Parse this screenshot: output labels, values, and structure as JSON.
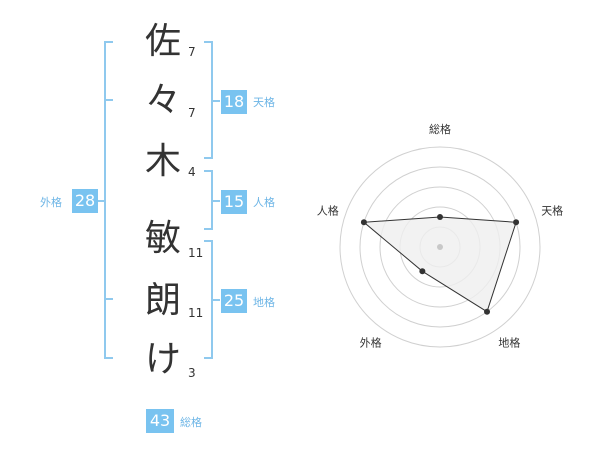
{
  "name": {
    "chars": [
      "佐",
      "々",
      "木",
      "敏",
      "朗",
      "け"
    ],
    "strokes": [
      "7",
      "7",
      "4",
      "11",
      "11",
      "3"
    ]
  },
  "kakusu": {
    "tenkaku": {
      "value": "18",
      "label": "天格"
    },
    "jinkaku": {
      "value": "15",
      "label": "人格"
    },
    "chikaku": {
      "value": "25",
      "label": "地格"
    },
    "gaikaku": {
      "value": "28",
      "label": "外格"
    },
    "soukaku": {
      "value": "43",
      "label": "総格"
    }
  },
  "colors": {
    "bracket": "#8fc9ee",
    "badge": "#79c3f0",
    "badge_label": "#6db5e6",
    "text": "#333333",
    "radar_grid": "#d0d0d0",
    "radar_fill": "#efefef",
    "radar_line": "#333333"
  },
  "chart_data": {
    "type": "radar",
    "axes": [
      "総格",
      "天格",
      "地格",
      "外格",
      "人格"
    ],
    "values": [
      0.3,
      0.8,
      0.8,
      0.3,
      0.8
    ],
    "rings": 5
  }
}
